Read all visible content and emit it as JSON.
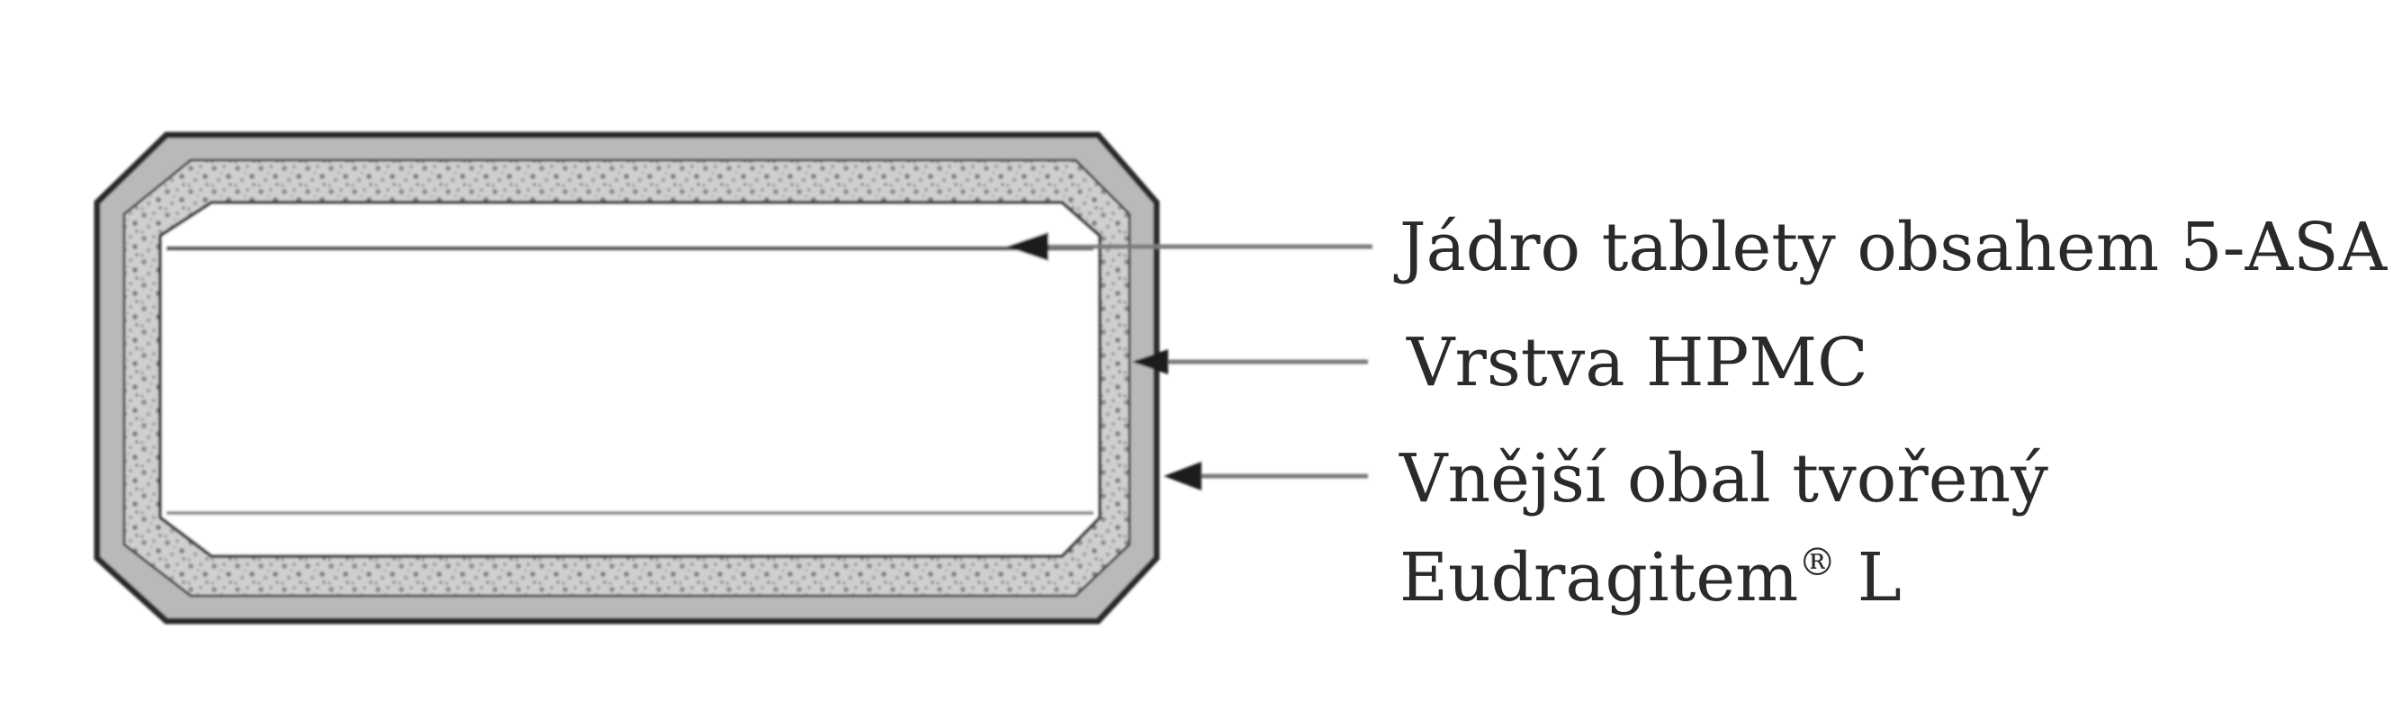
{
  "labels": {
    "core": "Jádro tablety obsahem 5-ASA",
    "hpmc": "Vrstva HPMC",
    "outer_line1": "Vnější obal tvořený",
    "outer_line2_main": "Eudragitem",
    "outer_line2_mark": "®",
    "outer_line2_tail": " L"
  },
  "colors": {
    "outline": "#2b2b2b",
    "outer_coating": "#b9b9b9",
    "hpmc_layer": "#cdcdcd",
    "core_fill": "#ffffff",
    "leader_line": "#7a7a7a",
    "text": "#2a2a2a"
  }
}
